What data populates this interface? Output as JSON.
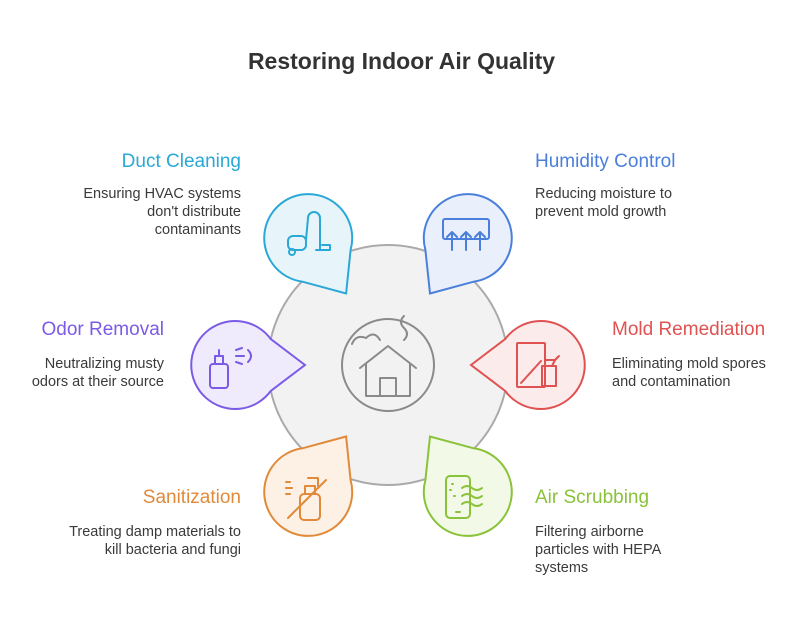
{
  "title": "Restoring Indoor Air Quality",
  "colors": {
    "duct": "#2aa8d6",
    "humidity": "#4a7fdc",
    "odor": "#7b5be6",
    "mold": "#e05252",
    "sanitization": "#e08a3a",
    "scrubbing": "#8ac23a"
  },
  "items": [
    {
      "key": "duct",
      "label": "Duct Cleaning",
      "description": "Ensuring HVAC systems don't distribute contaminants",
      "icon": "vacuum-cleaner-icon"
    },
    {
      "key": "humidity",
      "label": "Humidity Control",
      "description": "Reducing moisture to prevent mold growth",
      "icon": "air-vent-icon"
    },
    {
      "key": "odor",
      "label": "Odor Removal",
      "description": "Neutralizing musty odors at their source",
      "icon": "spray-can-icon"
    },
    {
      "key": "mold",
      "label": "Mold Remediation",
      "description": "Eliminating mold spores and contamination",
      "icon": "spray-bottle-icon"
    },
    {
      "key": "sanitization",
      "label": "Sanitization",
      "description": "Treating damp materials to kill bacteria and fungi",
      "icon": "no-spray-icon"
    },
    {
      "key": "scrubbing",
      "label": "Air Scrubbing",
      "description": "Filtering airborne particles with HEPA systems",
      "icon": "air-purifier-icon"
    }
  ],
  "center": {
    "icon": "house-air-icon"
  }
}
